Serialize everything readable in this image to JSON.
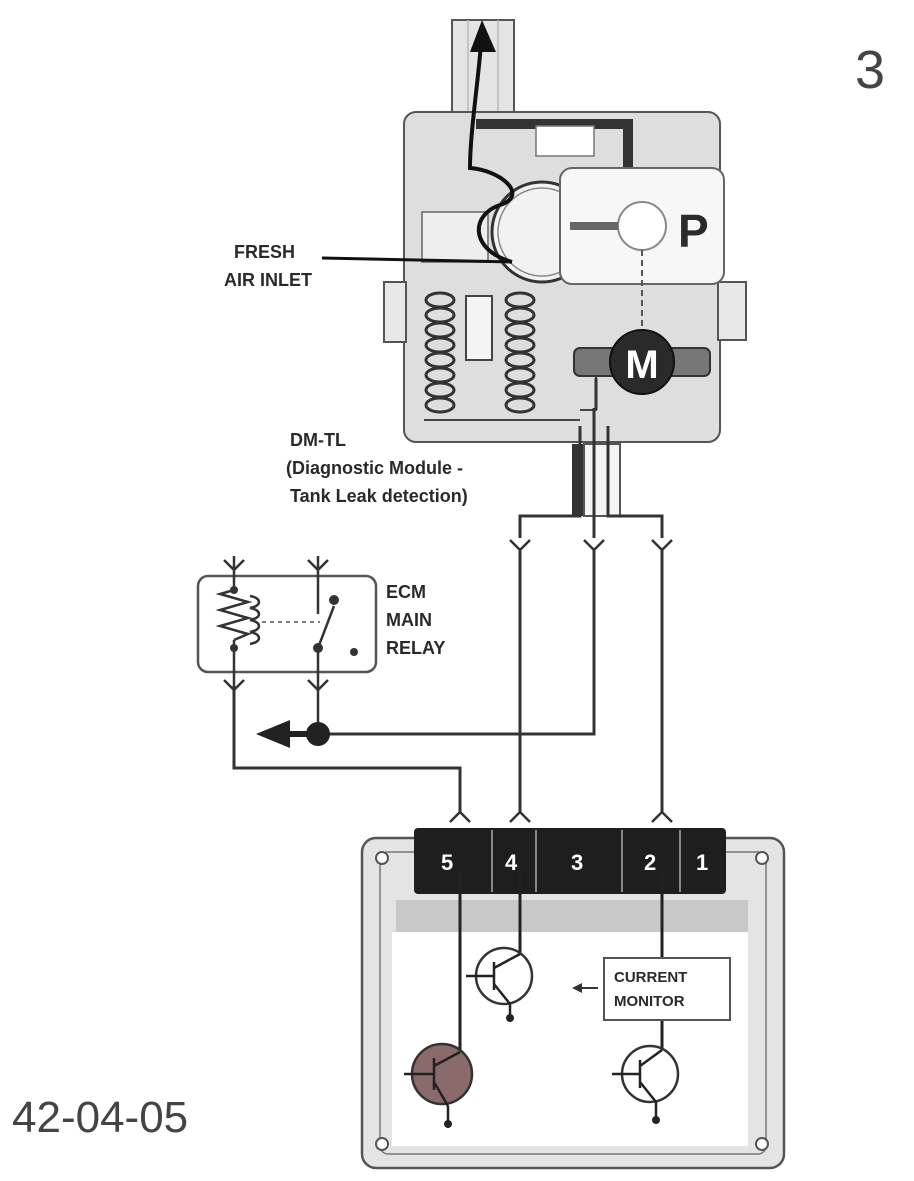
{
  "page": {
    "number": "3",
    "figure_code": "42-04-05"
  },
  "module": {
    "fresh_air_line1": "FRESH",
    "fresh_air_line2": "AIR INLET",
    "pump_symbol": "P",
    "motor_symbol": "M",
    "name_line1": "DM-TL",
    "name_line2": "(Diagnostic Module -",
    "name_line3": "Tank Leak detection)"
  },
  "relay": {
    "line1": "ECM",
    "line2": "MAIN",
    "line3": "RELAY"
  },
  "ecm": {
    "pins": [
      "5",
      "4",
      "3",
      "2",
      "1"
    ],
    "current_monitor_line1": "CURRENT",
    "current_monitor_line2": "MONITOR"
  },
  "colors": {
    "ink": "#2a2a2a",
    "connector": "#1e1e1e",
    "housing": "#dedede",
    "active_transistor": "#8a6a6a"
  }
}
